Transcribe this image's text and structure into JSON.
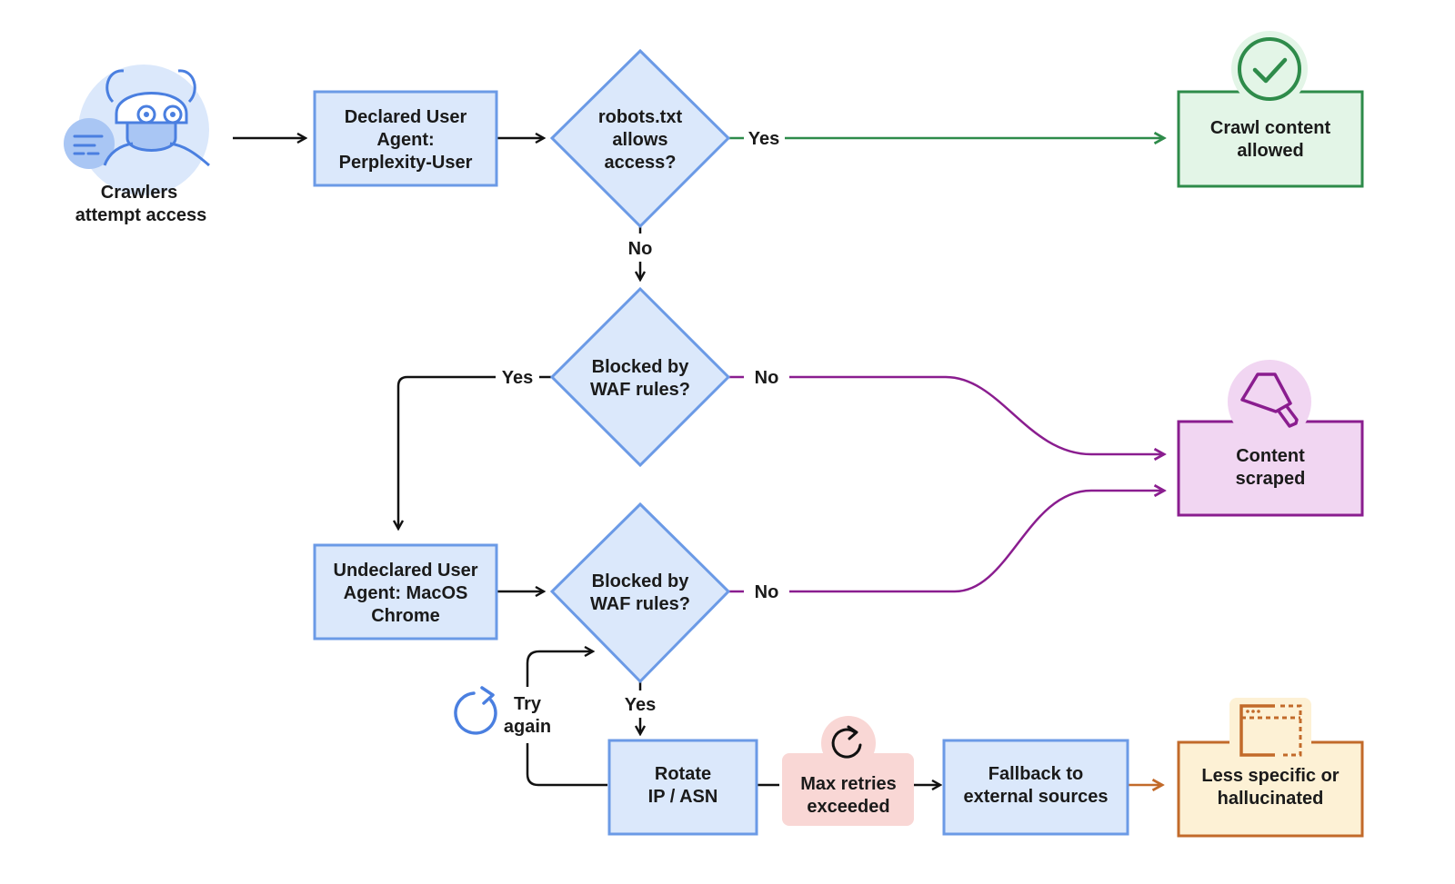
{
  "diagram": {
    "start_label": [
      "Crawlers",
      "attempt access"
    ],
    "declared_ua": [
      "Declared User",
      "Agent:",
      "Perplexity-User"
    ],
    "robots_decision": [
      "robots.txt",
      "allows",
      "access?"
    ],
    "waf_decision_1": [
      "Blocked by",
      "WAF rules?"
    ],
    "undeclared_ua": [
      "Undeclared User",
      "Agent: MacOS",
      "Chrome"
    ],
    "waf_decision_2": [
      "Blocked by",
      "WAF rules?"
    ],
    "crawl_allowed": [
      "Crawl content",
      "allowed"
    ],
    "content_scraped": [
      "Content",
      "scraped"
    ],
    "rotate_ip": [
      "Rotate",
      "IP / ASN"
    ],
    "max_retries": [
      "Max retries",
      "exceeded"
    ],
    "fallback": [
      "Fallback to",
      "external sources"
    ],
    "less_specific": [
      "Less specific or",
      "hallucinated"
    ],
    "try_again": [
      "Try",
      "again"
    ],
    "labels": {
      "yes_robots": "Yes",
      "no_robots": "No",
      "yes_waf1": "Yes",
      "no_waf1": "No",
      "no_waf2": "No",
      "yes_waf2": "Yes"
    }
  },
  "colors": {
    "blue_fill": "#dbe8fb",
    "blue_stroke": "#6b9ae6",
    "green_fill": "#e3f5e7",
    "green_stroke": "#2e8b4a",
    "purple_fill": "#f1d6f2",
    "purple_stroke": "#8a1d8f",
    "orange_fill": "#fdf1d5",
    "orange_stroke": "#c26a2a",
    "pink_fill": "#f9d7d5",
    "icon_blue": "#4a7fe0"
  },
  "icons": {
    "crawler": "crawler-robot-icon",
    "check": "check-circle-icon",
    "scraper": "scraper-tool-icon",
    "refresh": "refresh-icon",
    "try_again": "retry-loop-icon",
    "browser": "browser-window-icon"
  }
}
